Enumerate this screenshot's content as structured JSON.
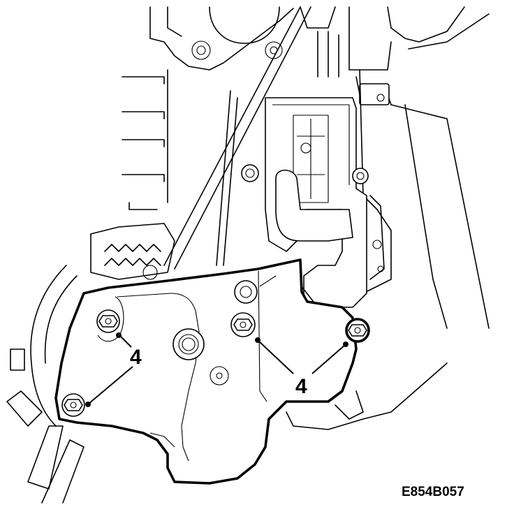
{
  "figure": {
    "reference_code": "E854B057",
    "callouts": [
      {
        "label": "4",
        "part": "bracket-bolt"
      },
      {
        "label": "4",
        "part": "bracket-bolt"
      }
    ],
    "colors": {
      "line": "#000000",
      "background": "#ffffff"
    }
  }
}
